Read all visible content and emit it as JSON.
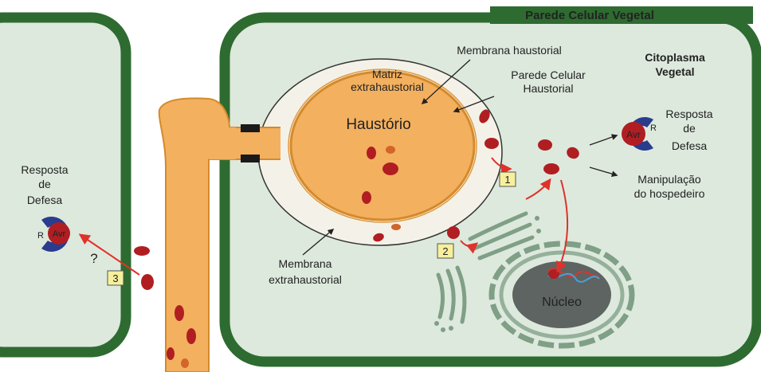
{
  "labels": {
    "plant_wall": "Parede Celular Vegetal",
    "cytoplasm_line1": "Citoplasma",
    "cytoplasm_line2": "Vegetal",
    "haustorial_membrane": "Membrana haustorial",
    "matrix_line1": "Matriz",
    "matrix_line2": "extrahaustorial",
    "haustorial_wall_line1": "Parede Celular",
    "haustorial_wall_line2": "Haustorial",
    "haustorium": "Haustório",
    "defense_right_line1": "Resposta",
    "defense_right_line2": "de",
    "defense_right_line3": "Defesa",
    "manipulation_line1": "Manipulação",
    "manipulation_line2": "do hospedeiro",
    "defense_left_line1": "Resposta",
    "defense_left_line2": "de",
    "defense_left_line3": "Defesa",
    "extra_membrane_line1": "Membrana",
    "extra_membrane_line2": "extrahaustorial",
    "nucleus": "Núcleo",
    "question_mark": "?"
  },
  "steps": [
    "1",
    "2",
    "3"
  ],
  "receptor": {
    "r": "R",
    "avr": "Avr"
  },
  "colors": {
    "cell_wall": "#2e6b30",
    "cytoplasm": "#dde9dd",
    "hypha": "#f3b05f",
    "hypha_outline": "#d48a2c",
    "matrix": "#f4f2e8",
    "effector": "#b01e22",
    "arrow": "#e0322a",
    "er": "#7f9f86",
    "nucleus": "#5d6462",
    "receptor_blue": "#2a3c8e",
    "step_box": "#f6ef9d"
  }
}
